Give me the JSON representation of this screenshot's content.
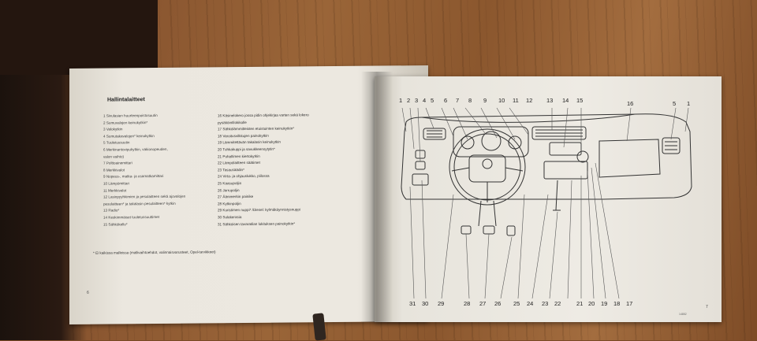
{
  "left_page": {
    "heading": "Hallintalaitteet",
    "col1": [
      "1 Sivulasien huurteenpoistosuutin",
      "2 Sumuvalojen keinukytkin*",
      "3 Valokytkin",
      "4 Sumutakavalojen* keinukytkin",
      "5 Tuuletussuutin",
      "6 Merkinantovipukytkin, vakionopeuden,",
      "   valon vaihto)",
      "7 Polttoainemittari",
      "8 Merkkivalot",
      "9 Nopeus-, matka- ja osamatkamittari",
      "10 Lämpömittari",
      "11 Merkkivalot",
      "12 Lasinpyyhkimien ja pesulaitteen sekä ajovalojen",
      "    pesulaitteen* ja takalasin pesulaitteen* kytkin",
      "13 Radio*",
      "14 Keskimmäiset tuuletussuuttimet",
      "15 Sähkökello*"
    ],
    "col2": [
      "16 Käsinelokero jossa pidin ohjekirjaa varten sekä lokero",
      "    pysäköintilokikolle",
      "17 Sähkölämmitteisten etuistuinten keinukytkin*",
      "18 Varoitusvilkkujen painokytkin",
      "19 Lämmitettävän takalasin keinukytkin",
      "20 Tuhkakuppi ja savukkeensytytin*",
      "21 Puhaltimen kiertokytkin",
      "22 Lämpölaitteen säätimet",
      "23 Tasausäädin*",
      "24 Virta- ja ohjauslukko, piilossa",
      "25 Kaasupoljin",
      "26 Jarrupoljin",
      "27 Äänimerkin painike",
      "28 Kytkinpoljin",
      "29 Kuristimen nuppi* /Diesel: kylmäkäynnistysnuppi",
      "30 Sulakerasia",
      "31 Sähköisen tavaratilan lukituksen painokytkin*"
    ],
    "footnote": "* Ei kaikissa malleissa (mallivaihtoehdot, valinnaisvarusteet, Opel-tarvikkeet)",
    "page_number": "6"
  },
  "right_page": {
    "top_callouts": [
      "1",
      "2",
      "3",
      "4",
      "5",
      "6",
      "7",
      "8",
      "9",
      "10",
      "11",
      "12",
      "13",
      "14",
      "15",
      "16",
      "5",
      "1"
    ],
    "bottom_callouts": [
      "31",
      "30",
      "29",
      "28",
      "27",
      "26",
      "25",
      "24",
      "23",
      "22",
      "21",
      "20",
      "19",
      "18",
      "17"
    ],
    "figure_code": "14852",
    "page_number": "7"
  },
  "colors": {
    "paper": "#ece8e0",
    "ink": "#2b2b2b",
    "wood": "#8d5a31"
  }
}
